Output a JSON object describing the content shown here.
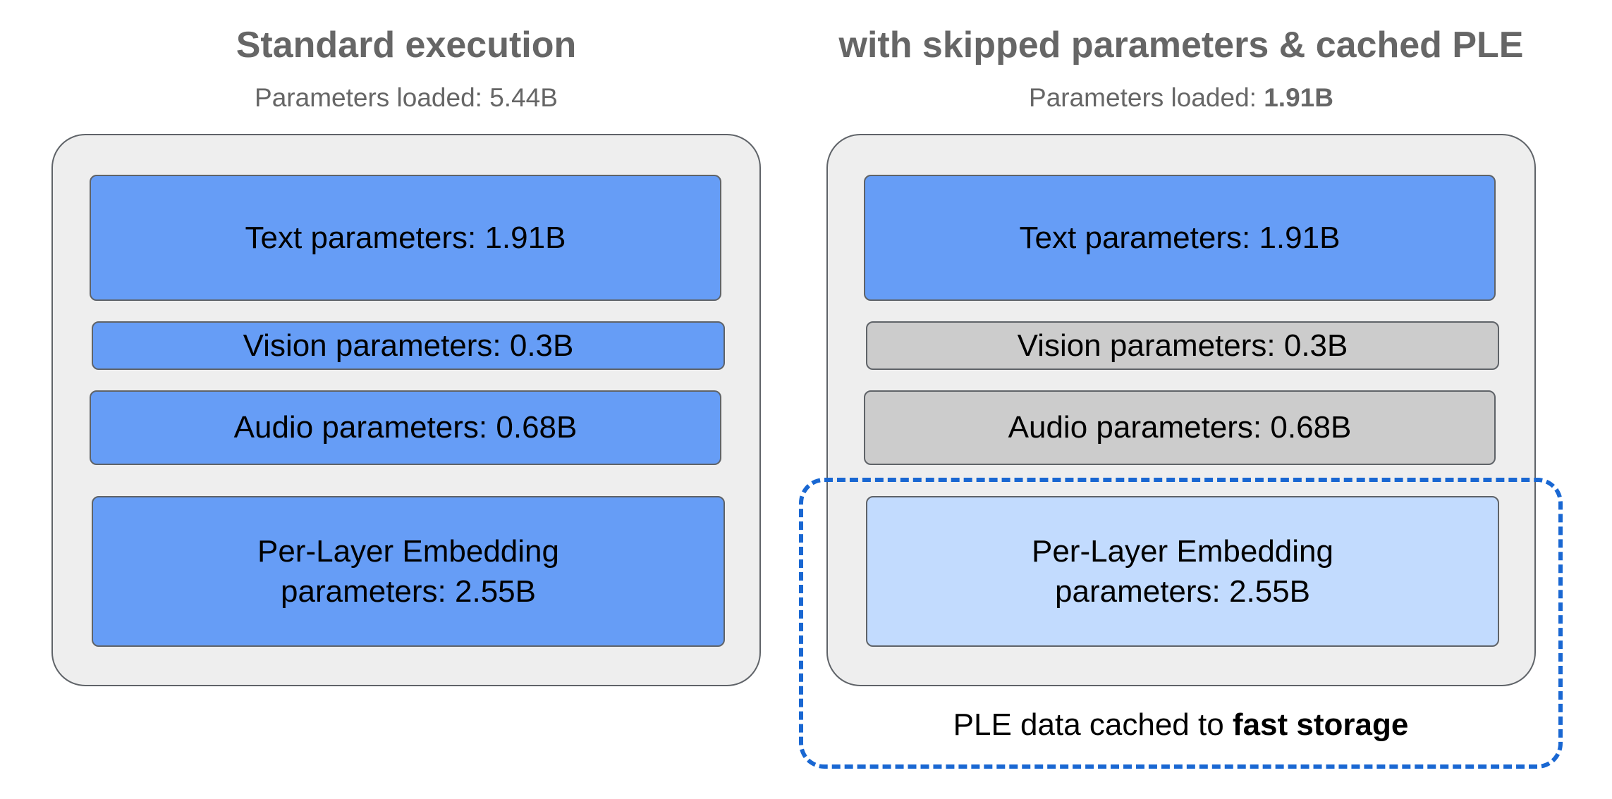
{
  "left": {
    "title": "Standard execution",
    "subtitle_prefix": "Parameters loaded: ",
    "subtitle_value": "5.44B",
    "blocks": [
      {
        "label": "Text parameters: 1.91B",
        "state": "loaded"
      },
      {
        "label": "Vision parameters: 0.3B",
        "state": "loaded"
      },
      {
        "label": "Audio parameters: 0.68B",
        "state": "loaded"
      },
      {
        "label_line1": "Per-Layer Embedding",
        "label_line2": "parameters: 2.55B",
        "state": "loaded"
      }
    ]
  },
  "right": {
    "title": "with skipped parameters & cached PLE",
    "subtitle_prefix": "Parameters loaded: ",
    "subtitle_value": "1.91B",
    "blocks": [
      {
        "label": "Text parameters: 1.91B",
        "state": "loaded"
      },
      {
        "label": "Vision parameters: 0.3B",
        "state": "skipped"
      },
      {
        "label": "Audio parameters: 0.68B",
        "state": "skipped"
      },
      {
        "label_line1": "Per-Layer Embedding",
        "label_line2": "parameters: 2.55B",
        "state": "cached"
      }
    ],
    "cache_caption_prefix": "PLE data cached to ",
    "cache_caption_bold": "fast storage"
  },
  "colors": {
    "loaded": "#669df6",
    "skipped": "#cccccc",
    "cached": "#c2dbfe",
    "container": "#eeeeee",
    "dashed_outline": "#1967d2"
  }
}
